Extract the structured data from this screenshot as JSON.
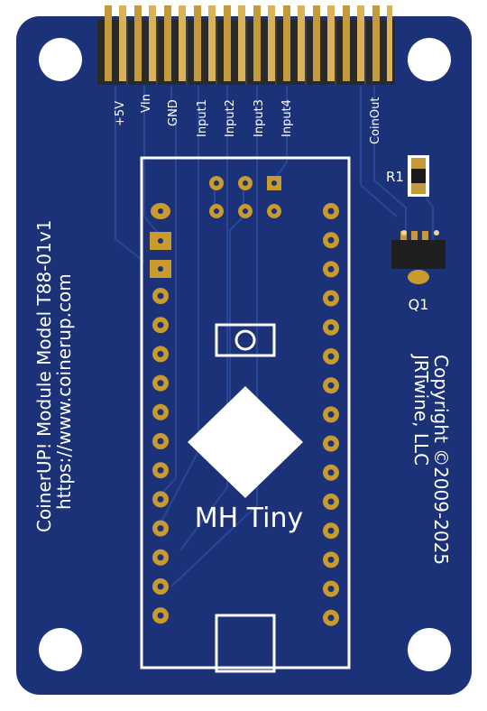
{
  "board": {
    "colors": {
      "board": "#1b3178",
      "trace": "#1f3a8a",
      "silk": "#ffffff",
      "gold": "#c99a2e",
      "hole": "#ffffff",
      "pin": "#2b2b2b"
    },
    "header_labels": [
      "+5V",
      "VIn",
      "GND",
      "Input1",
      "Input2",
      "Input3",
      "Input4",
      "",
      "",
      "CoinOut"
    ],
    "title_line1": "CoinerUP! Module Model T88-01v1",
    "title_line2": "https://www.coinerup.com",
    "copyright_line1": "Copyright ©2009-2025",
    "copyright_line2": "JRTwine, LLC",
    "r1_label": "R1",
    "q1_label": "Q1",
    "module_label": "MH Tiny"
  }
}
